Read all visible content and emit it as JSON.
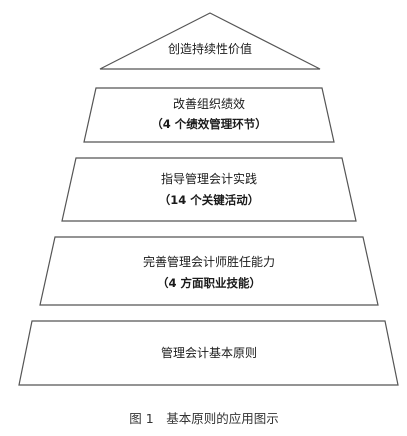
{
  "pyramid": {
    "levels": [
      {
        "title": "创造持续性价值",
        "subtitle": ""
      },
      {
        "title": "改善组织绩效",
        "subtitle": "（4 个绩效管理环节）"
      },
      {
        "title": "指导管理会计实践",
        "subtitle": "（14 个关键活动）"
      },
      {
        "title": "完善管理会计师胜任能力",
        "subtitle": "（4 方面职业技能）"
      },
      {
        "title": "管理会计基本原则",
        "subtitle": ""
      }
    ]
  },
  "caption": "图 1　基本原则的应用图示"
}
